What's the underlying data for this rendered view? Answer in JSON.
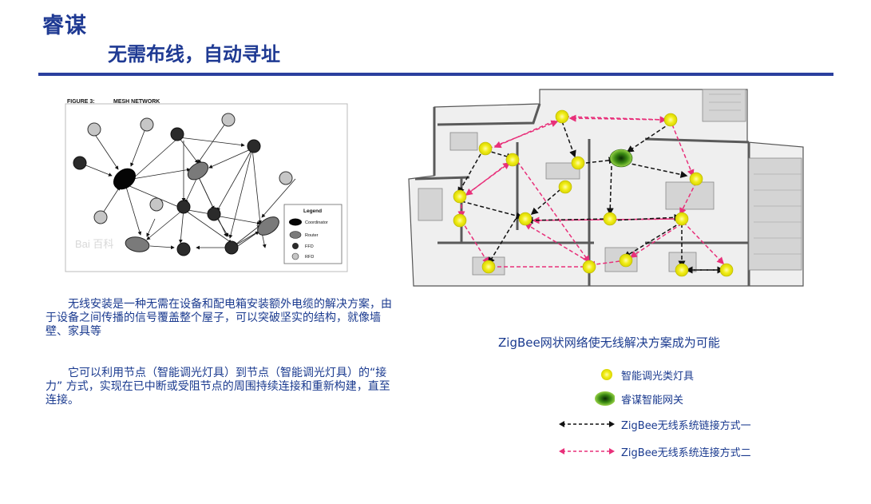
{
  "header": {
    "brand": "睿谋",
    "subtitle": "无需布线，自动寻址"
  },
  "figure": {
    "label": "FIGURE 3:",
    "title": "MESH NETWORK",
    "watermark": "Bai 百科",
    "legend": {
      "title": "Legend",
      "items": [
        "Coordinator",
        "Router",
        "FFD",
        "RFD"
      ]
    }
  },
  "body": {
    "paragraph1": "无线安装是一种无需在设备和配电箱安装额外电缆的解决方案，由于设备之间传播的信号覆盖整个屋子，可以突破坚实的结构，就像墙壁、家具等",
    "paragraph2": "它可以利用节点（智能调光灯具）到节点（智能调光灯具）的“接力” 方式，实现在已中断或受阻节点的周围持续连接和重新构建，直至连接。"
  },
  "diagram": {
    "caption": "ZigBee网状网络使无线解决方案成为可能",
    "legend": [
      {
        "label": "智能调光类灯具",
        "symbol": "yellow-node"
      },
      {
        "label": "睿谋智能网关",
        "symbol": "green-gateway"
      },
      {
        "label": "ZigBee无线系统链接方式一",
        "symbol": "black-dashed-arrow"
      },
      {
        "label": "ZigBee无线系统连接方式二",
        "symbol": "pink-dashed-arrow"
      }
    ]
  },
  "colors": {
    "title_blue": "#1f3a93",
    "text_blue": "#1a3a8f",
    "node_yellow": "#f2ee1a",
    "gateway_green": "#3a8a12",
    "link_pink": "#e8307a",
    "link_black": "#111111"
  }
}
